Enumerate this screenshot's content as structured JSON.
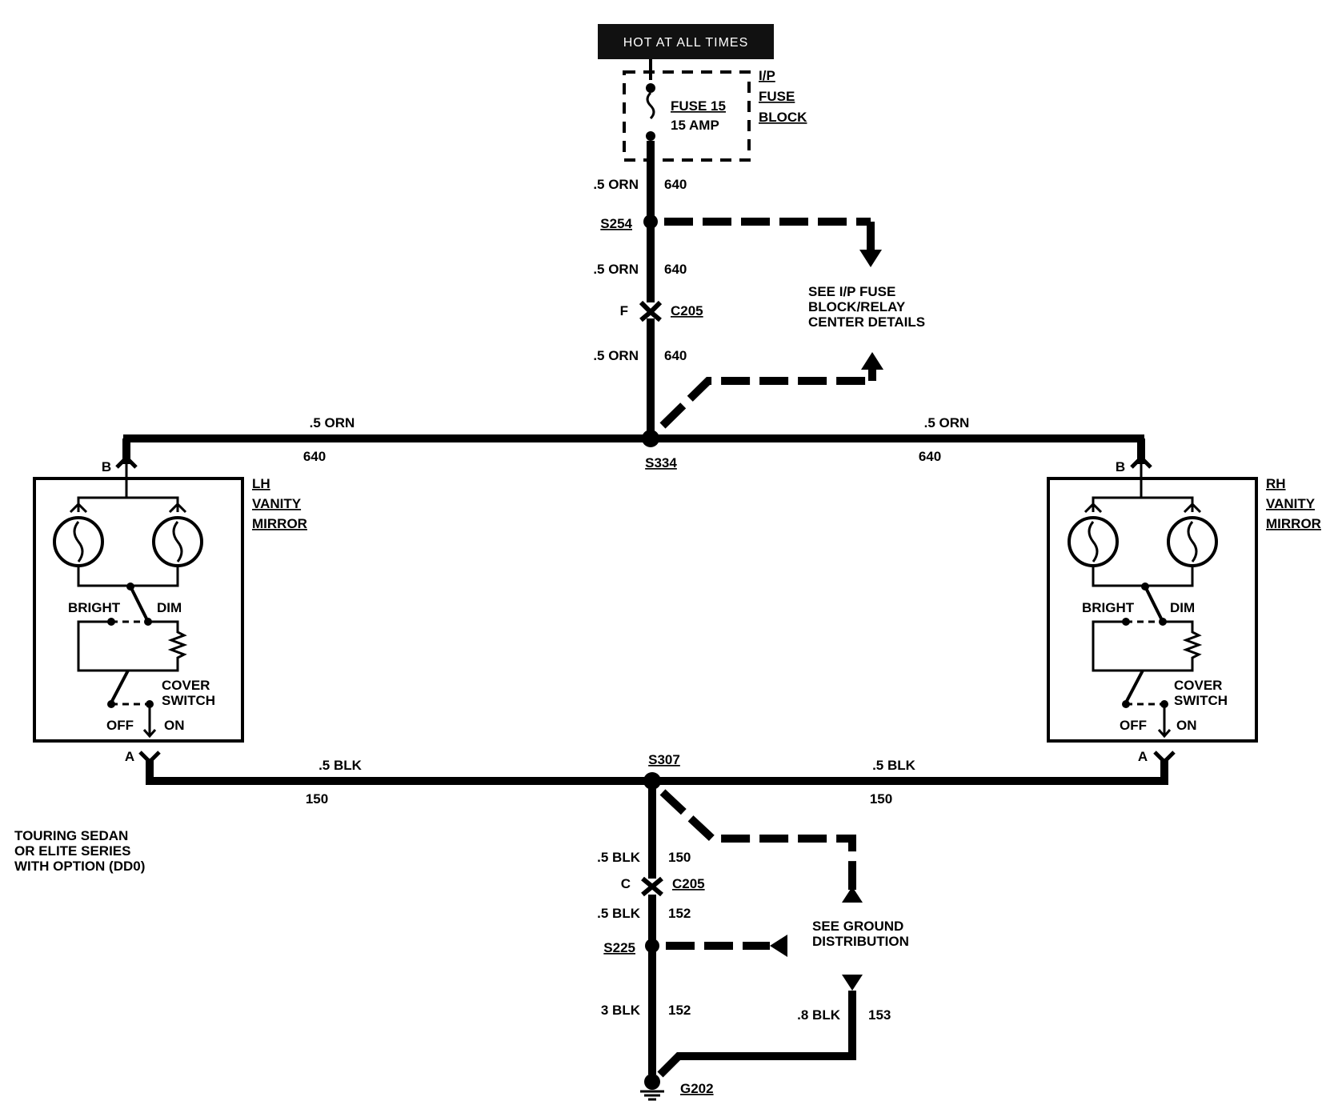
{
  "header": {
    "hot_label": "HOT AT ALL TIMES"
  },
  "fuse_block": {
    "fuse_name": "FUSE 15",
    "fuse_rating": "15 AMP",
    "block_line1": "I/P",
    "block_line2": "FUSE",
    "block_line3": "BLOCK"
  },
  "power_circuit": {
    "wire1_gauge": ".5 ORN",
    "wire1_num": "640",
    "splice_top": "S254",
    "wire2_gauge": ".5 ORN",
    "wire2_num": "640",
    "connector_pin": "F",
    "connector": "C205",
    "wire3_gauge": ".5 ORN",
    "wire3_num": "640",
    "splice_mid": "S334",
    "left_gauge": ".5 ORN",
    "left_num": "640",
    "right_gauge": ".5 ORN",
    "right_num": "640",
    "see_note": [
      "SEE I/P FUSE",
      "BLOCK/RELAY",
      "CENTER DETAILS"
    ]
  },
  "lh_mirror": {
    "title": [
      "LH",
      "VANITY",
      "MIRROR"
    ],
    "pin_top": "B",
    "pin_bottom": "A",
    "bright": "BRIGHT",
    "dim": "DIM",
    "cover": "COVER",
    "switch": "SWITCH",
    "off": "OFF",
    "on": "ON"
  },
  "rh_mirror": {
    "title": [
      "RH",
      "VANITY",
      "MIRROR"
    ],
    "pin_top": "B",
    "pin_bottom": "A",
    "bright": "BRIGHT",
    "dim": "DIM",
    "cover": "COVER",
    "switch": "SWITCH",
    "off": "OFF",
    "on": "ON"
  },
  "ground_circuit": {
    "splice": "S307",
    "left_gauge": ".5 BLK",
    "left_num": "150",
    "right_gauge": ".5 BLK",
    "right_num": "150",
    "down1_gauge": ".5 BLK",
    "down1_num": "150",
    "connector_pin": "C",
    "connector": "C205",
    "down2_gauge": ".5 BLK",
    "down2_num": "152",
    "splice2": "S225",
    "down3_gauge": "3 BLK",
    "down3_num": "152",
    "side_gauge": ".8 BLK",
    "side_num": "153",
    "ground": "G202",
    "see_note": [
      "SEE GROUND",
      "DISTRIBUTION"
    ]
  },
  "option_note": [
    "TOURING SEDAN",
    "OR ELITE SERIES",
    "WITH OPTION (DD0)"
  ]
}
